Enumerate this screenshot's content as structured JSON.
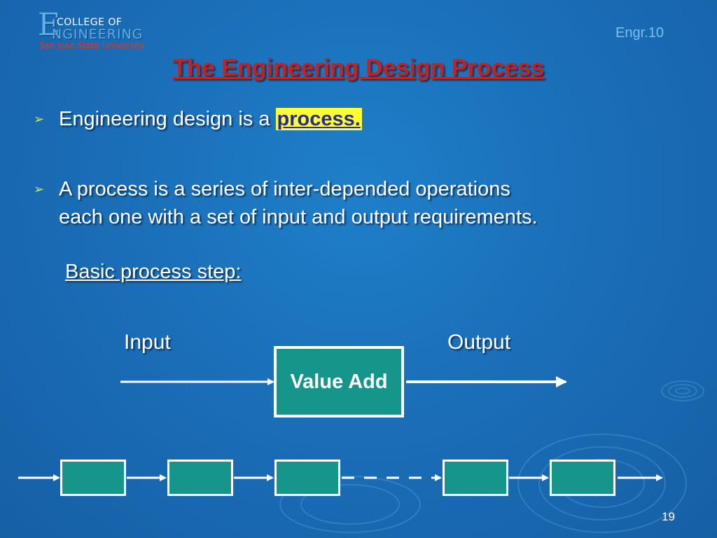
{
  "logo": {
    "letter": "E",
    "line1": "COLLEGE OF",
    "line2": "NGINEERING",
    "university": "San Jose State University"
  },
  "course": "Engr.10",
  "title": "The Engineering Design Process",
  "bullets": [
    {
      "text": "Engineering design is a ",
      "highlight": "process."
    },
    {
      "line1": "A process is a series of inter-depended operations",
      "line2": "each one with a set of  input and output  requirements."
    }
  ],
  "subheading": "Basic process step:",
  "diagram": {
    "input_label": "Input",
    "output_label": "Output",
    "box_label": "Value Add"
  },
  "page_number": "19",
  "colors": {
    "title": "#c8201f",
    "box_fill": "#16958a",
    "highlight": "#ffff33"
  }
}
